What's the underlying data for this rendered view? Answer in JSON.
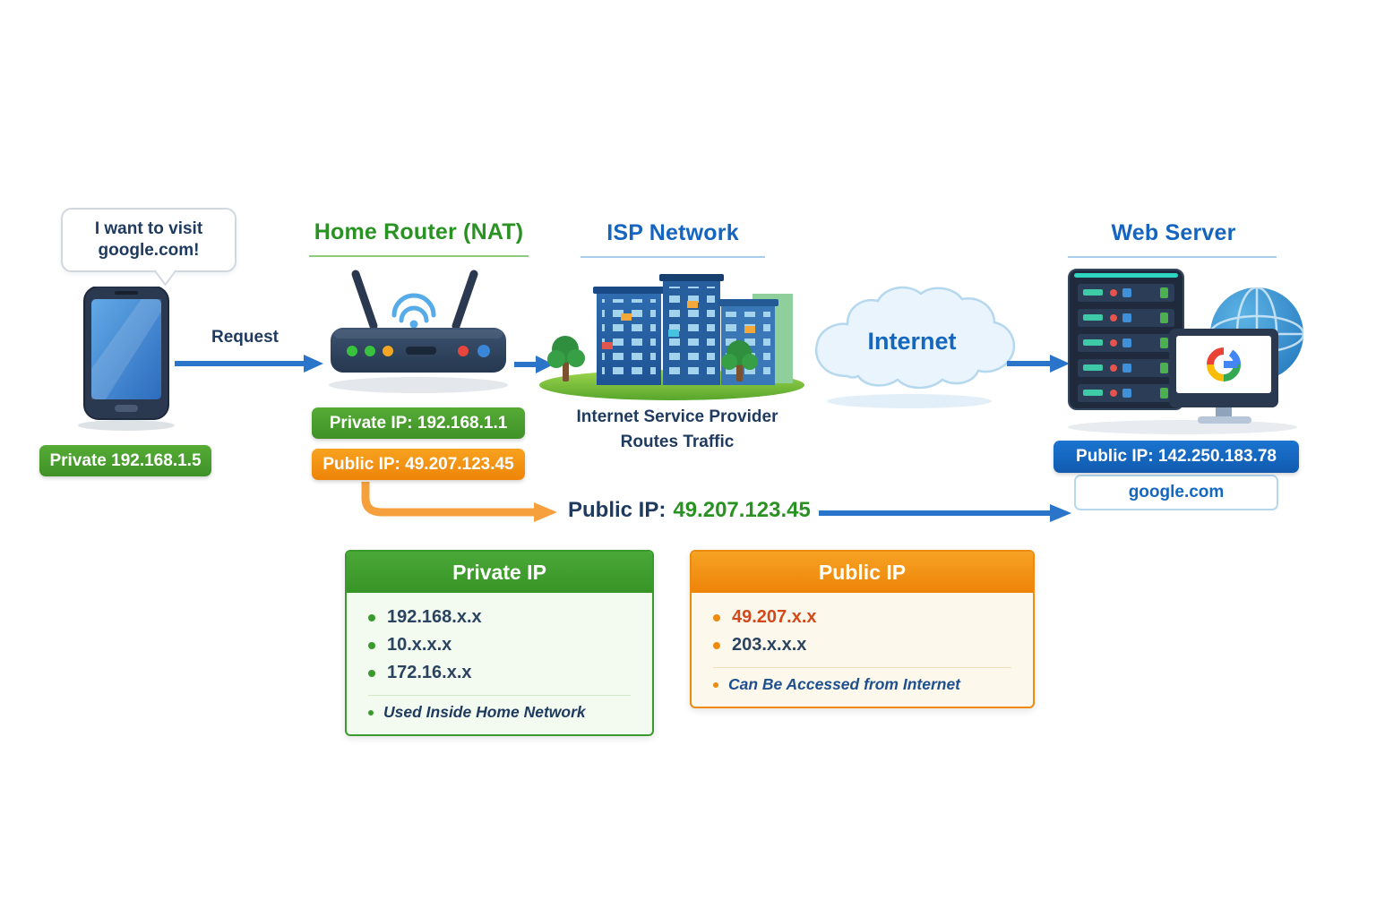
{
  "phone": {
    "speech": "I want to visit google.com!",
    "badge": "Private 192.168.1.5"
  },
  "labels": {
    "request": "Request"
  },
  "router": {
    "title": "Home Router (NAT)",
    "private_badge": "Private IP: 192.168.1.1",
    "public_badge": "Public IP: 49.207.123.45"
  },
  "isp": {
    "title": "ISP Network",
    "caption_line1": "Internet Service Provider",
    "caption_line2": "Routes Traffic"
  },
  "internet": {
    "label": "Internet"
  },
  "web_server": {
    "title": "Web Server",
    "badge": "Public IP: 142.250.183.78",
    "domain": "google.com"
  },
  "nat_flow": {
    "prefix": "Public IP:",
    "value": "49.207.123.45"
  },
  "private_box": {
    "title": "Private IP",
    "items": [
      "192.168.x.x",
      "10.x.x.x",
      "172.16.x.x"
    ],
    "note": "Used Inside Home Network"
  },
  "public_box": {
    "title": "Public IP",
    "items": [
      "49.207.x.x",
      "203.x.x.x"
    ],
    "note": "Can Be Accessed from Internet"
  },
  "colors": {
    "private_green": "#3f9127",
    "public_orange": "#ee8408",
    "blue_accent": "#1565c0",
    "navy_text": "#1e3a5f",
    "arrow_blue": "#2a74c9",
    "arrow_orange": "#f5a03c"
  }
}
